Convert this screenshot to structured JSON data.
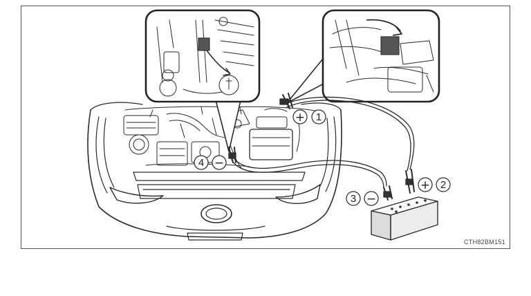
{
  "figure_code": "CTH82BM151",
  "callouts": [
    {
      "number": "1",
      "polarity": "+"
    },
    {
      "number": "2",
      "polarity": "+"
    },
    {
      "number": "3",
      "polarity": "−"
    },
    {
      "number": "4",
      "polarity": "−"
    }
  ],
  "colors": {
    "line": "#2a2a2a",
    "border": "#555555",
    "inset_border": "#222222",
    "battery_fill": "#ececec"
  },
  "icons": [
    "plus-circle-icon",
    "minus-circle-icon",
    "battery-icon",
    "jumper-clamp-icon"
  ]
}
